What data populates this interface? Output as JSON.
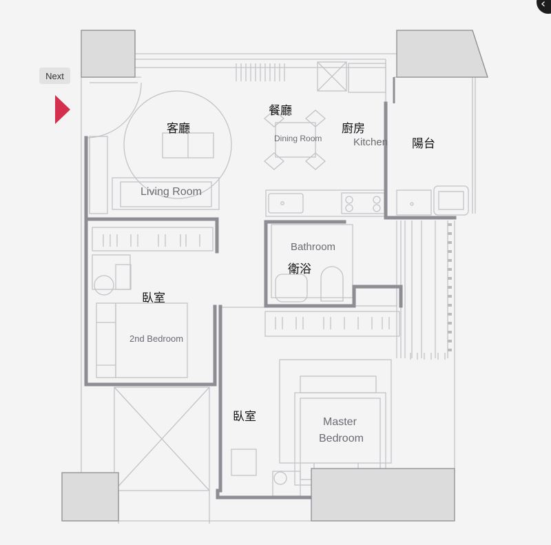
{
  "navigation": {
    "next_label": "Next",
    "corner_icon": "chevron-icon"
  },
  "rooms_zh": {
    "living": "客廳",
    "dining": "餐廳",
    "kitchen": "廚房",
    "balcony": "陽台",
    "bathroom": "衛浴",
    "bedroom2": "臥室",
    "master": "臥室"
  },
  "rooms_en": {
    "living": "Living Room",
    "dining": "Dining Room",
    "kitchen": "Kitchen",
    "bathroom": "Bathroom",
    "bedroom2": "2nd Bedroom",
    "master_line1": "Master",
    "master_line2": "Bedroom"
  },
  "colors": {
    "accent_arrow": "#d4304e",
    "wall": "#8d8d93",
    "line": "#c2c2c8",
    "column": "#dcdcdc"
  }
}
